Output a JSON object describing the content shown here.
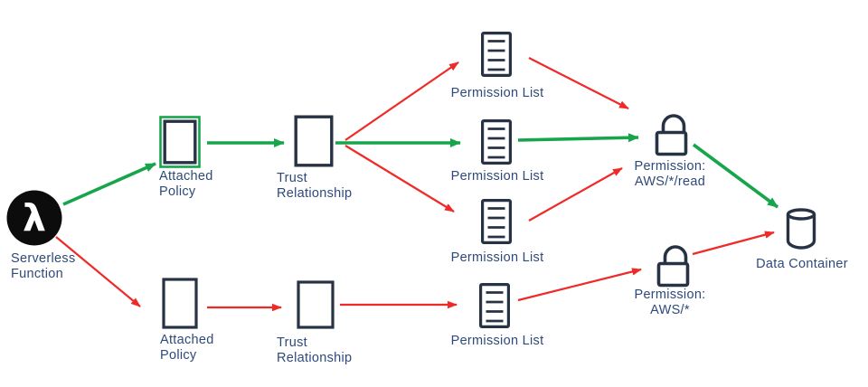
{
  "diagram": {
    "colors": {
      "success_green": "#17a54b",
      "failure_red": "#ee2b28",
      "icon_navy": "#273244",
      "label_blue": "#2e4a7a",
      "lambda_black": "#0c0c0c",
      "bg": "#ffffff"
    },
    "nodes": {
      "serverless_function": {
        "icon": "lambda-icon",
        "label": "Serverless\nFunction",
        "lambda_glyph": "λ"
      },
      "attached_policy_top": {
        "icon": "policy-rect-icon",
        "label": "Attached\nPolicy",
        "highlight": "green-outline"
      },
      "trust_relationship_top": {
        "icon": "policy-rect-icon",
        "label": "Trust\nRelationship"
      },
      "permission_list_1": {
        "icon": "list-document-icon",
        "label": "Permission List"
      },
      "permission_list_2": {
        "icon": "list-document-icon",
        "label": "Permission List"
      },
      "permission_list_3": {
        "icon": "list-document-icon",
        "label": "Permission List"
      },
      "permission_read": {
        "icon": "lock-icon",
        "label": "Permission:\nAWS/*/read"
      },
      "attached_policy_bottom": {
        "icon": "policy-rect-icon",
        "label": "Attached\nPolicy"
      },
      "trust_relationship_bottom": {
        "icon": "policy-rect-icon",
        "label": "Trust\nRelationship"
      },
      "permission_list_4": {
        "icon": "list-document-icon",
        "label": "Permission List"
      },
      "permission_all": {
        "icon": "lock-icon",
        "label": "Permission:\nAWS/*"
      },
      "data_container": {
        "icon": "database-cylinder-icon",
        "label": "Data Container"
      }
    },
    "edges": [
      {
        "from": "serverless_function",
        "to": "attached_policy_top",
        "status": "allow"
      },
      {
        "from": "attached_policy_top",
        "to": "trust_relationship_top",
        "status": "allow"
      },
      {
        "from": "trust_relationship_top",
        "to": "permission_list_1",
        "status": "deny"
      },
      {
        "from": "trust_relationship_top",
        "to": "permission_list_2",
        "status": "allow"
      },
      {
        "from": "trust_relationship_top",
        "to": "permission_list_3",
        "status": "deny"
      },
      {
        "from": "permission_list_1",
        "to": "permission_read",
        "status": "deny"
      },
      {
        "from": "permission_list_2",
        "to": "permission_read",
        "status": "allow"
      },
      {
        "from": "permission_list_3",
        "to": "permission_read",
        "status": "deny"
      },
      {
        "from": "permission_read",
        "to": "data_container",
        "status": "allow"
      },
      {
        "from": "serverless_function",
        "to": "attached_policy_bottom",
        "status": "deny"
      },
      {
        "from": "attached_policy_bottom",
        "to": "trust_relationship_bottom",
        "status": "deny"
      },
      {
        "from": "trust_relationship_bottom",
        "to": "permission_list_4",
        "status": "deny"
      },
      {
        "from": "permission_list_4",
        "to": "permission_all",
        "status": "deny"
      },
      {
        "from": "permission_all",
        "to": "data_container",
        "status": "deny"
      }
    ]
  }
}
